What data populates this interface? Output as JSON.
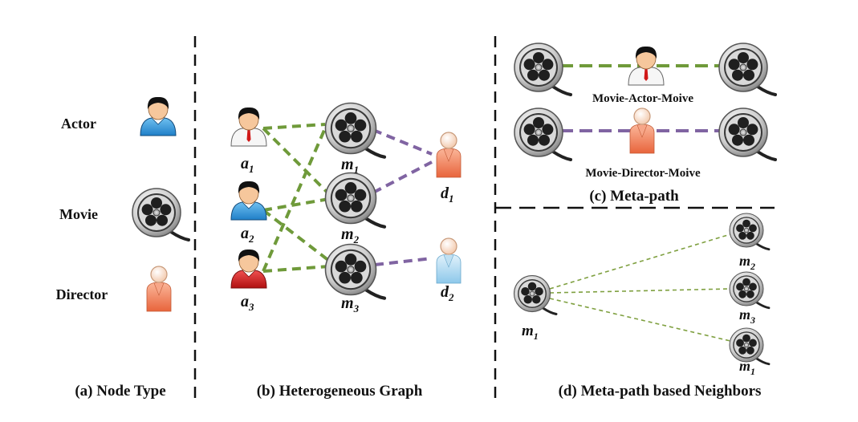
{
  "node_types": {
    "actor": "Actor",
    "movie": "Movie",
    "director": "Director"
  },
  "graph": {
    "actors": [
      {
        "base": "a",
        "sub": "1"
      },
      {
        "base": "a",
        "sub": "2"
      },
      {
        "base": "a",
        "sub": "3"
      }
    ],
    "movies": [
      {
        "base": "m",
        "sub": "1"
      },
      {
        "base": "m",
        "sub": "2"
      },
      {
        "base": "m",
        "sub": "3"
      }
    ],
    "directors": [
      {
        "base": "d",
        "sub": "1"
      },
      {
        "base": "d",
        "sub": "2"
      }
    ]
  },
  "meta_paths": {
    "mam": "Movie-Actor-Moive",
    "mdm": "Movie-Director-Moive"
  },
  "neighbors": {
    "center": {
      "base": "m",
      "sub": "1"
    },
    "items": [
      {
        "base": "m",
        "sub": "2"
      },
      {
        "base": "m",
        "sub": "3"
      },
      {
        "base": "m",
        "sub": "1"
      }
    ]
  },
  "captions": {
    "a": "(a) Node Type",
    "b": "(b) Heterogeneous Graph",
    "c": "(c) Meta-path",
    "d": "(d) Meta-path based Neighbors"
  },
  "colors": {
    "actor_edge": "#6f9a3a",
    "director_edge": "#8064a2",
    "neighbor_edge": "#7fa040"
  }
}
